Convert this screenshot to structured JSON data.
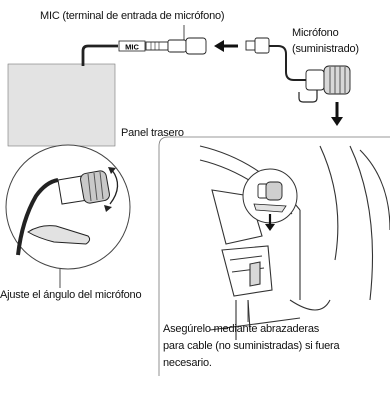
{
  "labels": {
    "mic_terminal": "MIC (terminal de entrada de micrófono)",
    "microphone_line1": "Micrófono",
    "microphone_line2": "(suministrado)",
    "rear_panel": "Panel trasero",
    "adjust_angle": "Ajuste el ángulo del micrófono",
    "secure_line1": "Asegúrelo mediante abrazaderas",
    "secure_line2": "para cable (no suministradas) si fuera",
    "secure_line3": "necesario.",
    "mic_port_tag": "MIC"
  }
}
